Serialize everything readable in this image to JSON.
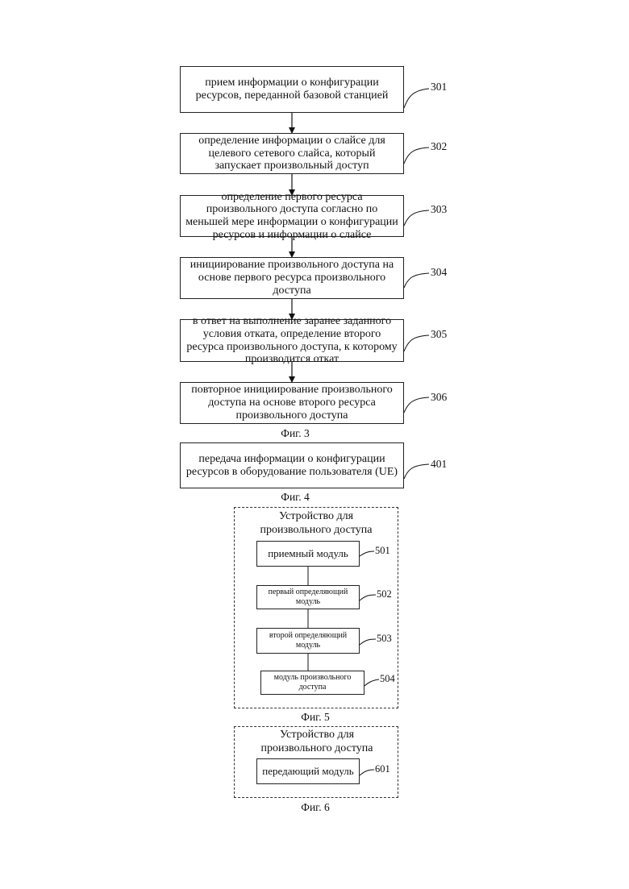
{
  "fig3": {
    "steps": [
      {
        "text": "прием информации о конфигурации ресурсов, переданной базовой станцией",
        "ref": "301"
      },
      {
        "text": "определение информации о слайсе для целевого сетевого слайса, который запускает произвольный доступ",
        "ref": "302"
      },
      {
        "text": "определение первого ресурса произвольного доступа согласно по меньшей мере информации о конфигурации ресурсов и информации о слайсе",
        "ref": "303"
      },
      {
        "text": "инициирование произвольного доступа на основе первого ресурса произвольного доступа",
        "ref": "304"
      },
      {
        "text": "в ответ на выполнение заранее заданного условия отката, определение второго ресурса произвольного доступа, к которому производится откат",
        "ref": "305"
      },
      {
        "text": "повторное инициирование произвольного доступа на основе второго ресурса произвольного доступа",
        "ref": "306"
      }
    ],
    "caption": "Фиг. 3"
  },
  "fig4": {
    "step": {
      "text": "передача информации о конфигурации ресурсов в оборудование пользователя (UE)",
      "ref": "401"
    },
    "caption": "Фиг. 4"
  },
  "fig5": {
    "title": "Устройство для произвольного доступа",
    "modules": [
      {
        "text": "приемный модуль",
        "ref": "501"
      },
      {
        "text": "первый определяющий модуль",
        "ref": "502"
      },
      {
        "text": "второй определяющий модуль",
        "ref": "503"
      },
      {
        "text": "модуль произвольного доступа",
        "ref": "504"
      }
    ],
    "caption": "Фиг. 5"
  },
  "fig6": {
    "title": "Устройство для произвольного доступа",
    "module": {
      "text": "передающий модуль",
      "ref": "601"
    },
    "caption": "Фиг. 6"
  }
}
